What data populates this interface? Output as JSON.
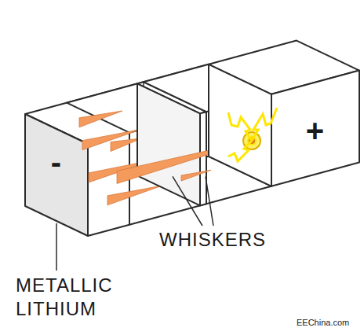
{
  "diagram": {
    "labels": [
      "-",
      "+",
      "WHISKERS",
      "METALLIC LITHIUM",
      "EEChina.com"
    ]
  }
}
